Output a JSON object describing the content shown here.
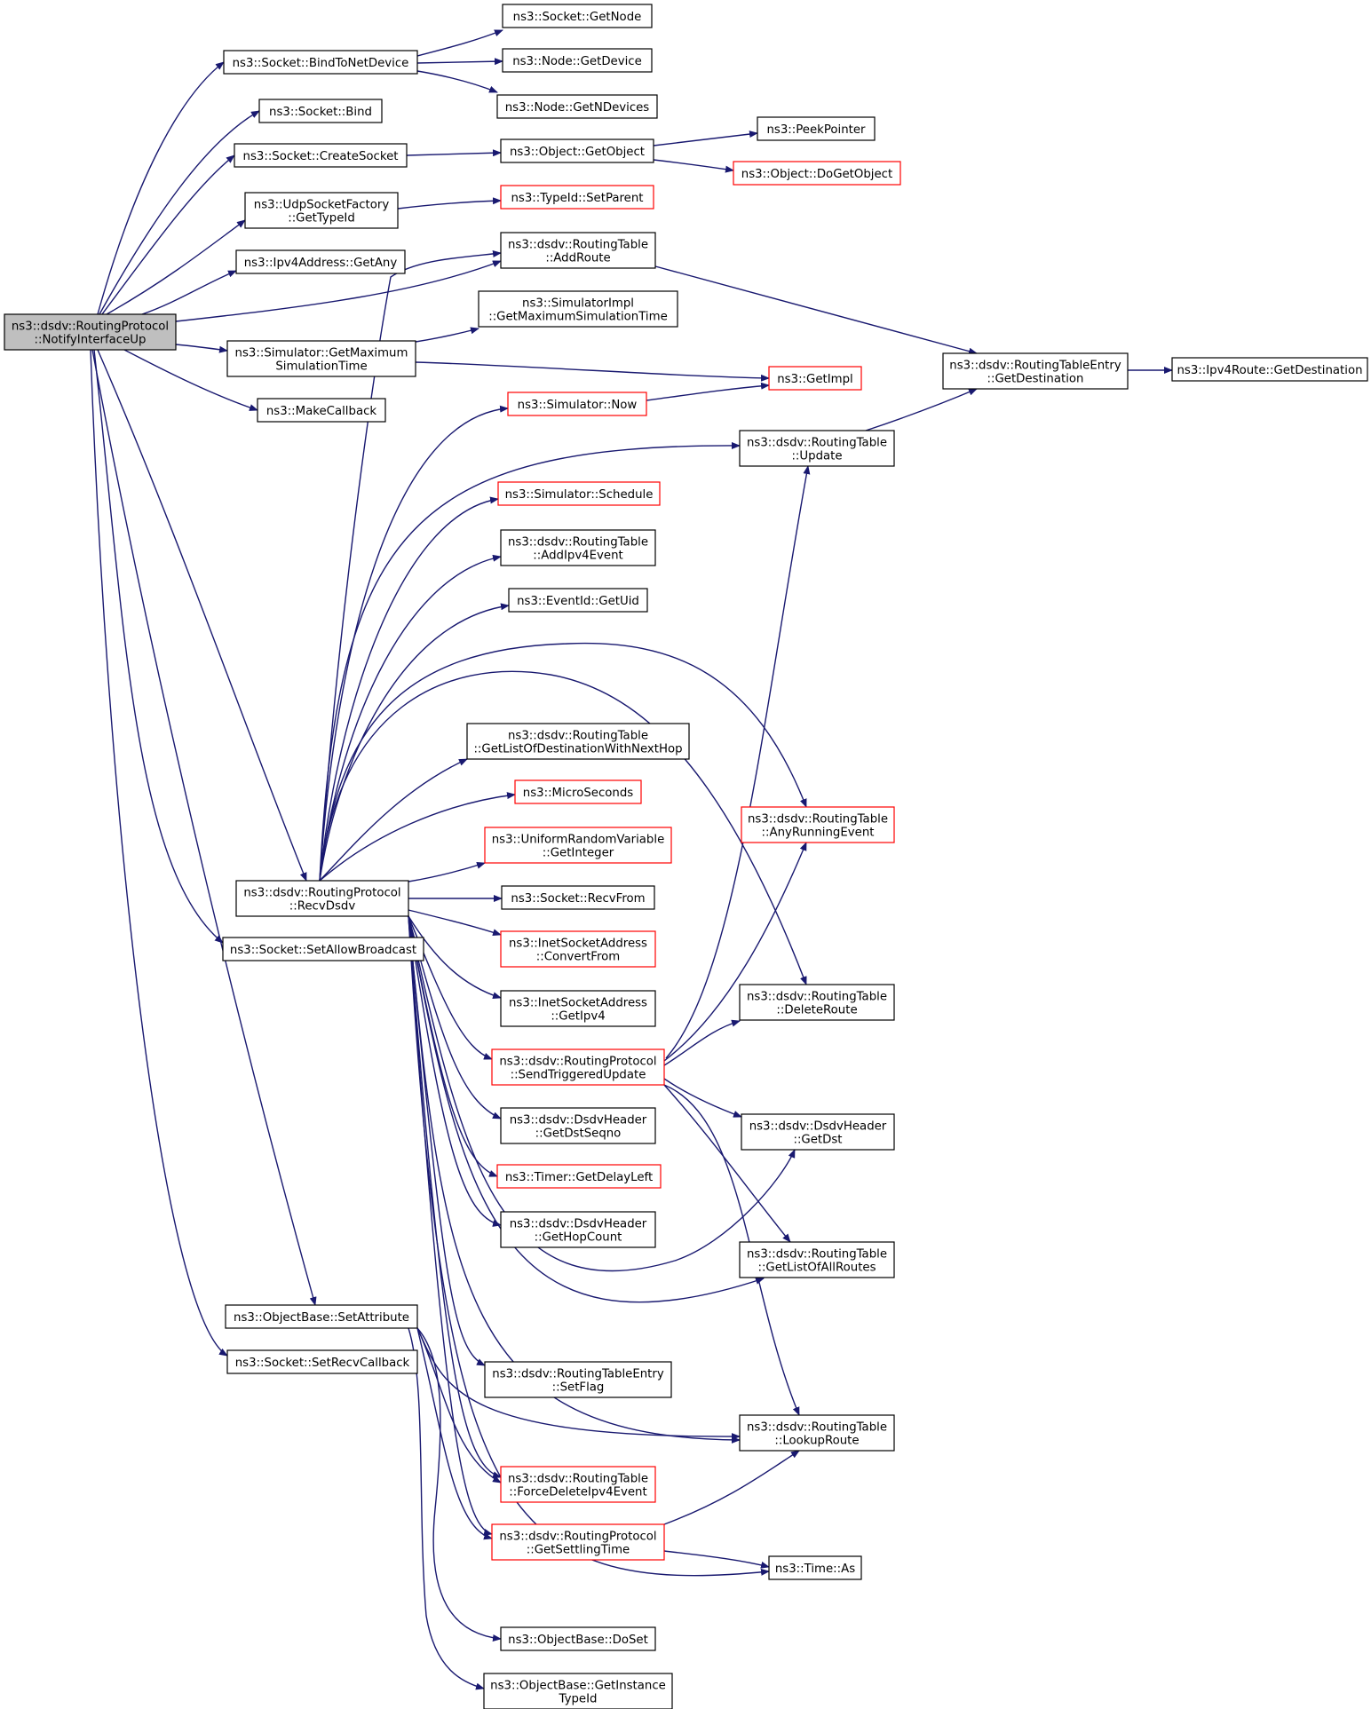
{
  "graph": {
    "colors": {
      "edge": "#191970",
      "node_border": "#000000",
      "red_node_border": "#ff0000",
      "root_fill": "#bfbfbf"
    },
    "nodes": [
      {
        "id": "root",
        "lines": [
          "ns3::dsdv::RoutingProtocol",
          "::NotifyInterfaceUp"
        ],
        "style": "root"
      },
      {
        "id": "bindToNetDevice",
        "lines": [
          "ns3::Socket::BindToNetDevice"
        ]
      },
      {
        "id": "socketGetNode",
        "lines": [
          "ns3::Socket::GetNode"
        ]
      },
      {
        "id": "nodeGetDevice",
        "lines": [
          "ns3::Node::GetDevice"
        ]
      },
      {
        "id": "nodeGetNDevices",
        "lines": [
          "ns3::Node::GetNDevices"
        ]
      },
      {
        "id": "socketBind",
        "lines": [
          "ns3::Socket::Bind"
        ]
      },
      {
        "id": "createSocket",
        "lines": [
          "ns3::Socket::CreateSocket"
        ]
      },
      {
        "id": "getObject",
        "lines": [
          "ns3::Object::GetObject"
        ]
      },
      {
        "id": "peekPointer",
        "lines": [
          "ns3::PeekPointer"
        ]
      },
      {
        "id": "doGetObject",
        "lines": [
          "ns3::Object::DoGetObject"
        ],
        "style": "red"
      },
      {
        "id": "udpGetTypeId",
        "lines": [
          "ns3::UdpSocketFactory",
          "::GetTypeId"
        ]
      },
      {
        "id": "setParent",
        "lines": [
          "ns3::TypeId::SetParent"
        ],
        "style": "red"
      },
      {
        "id": "getAny",
        "lines": [
          "ns3::Ipv4Address::GetAny"
        ]
      },
      {
        "id": "addRoute",
        "lines": [
          "ns3::dsdv::RoutingTable",
          "::AddRoute"
        ]
      },
      {
        "id": "implGetMaxSim",
        "lines": [
          "ns3::SimulatorImpl",
          "::GetMaximumSimulationTime"
        ]
      },
      {
        "id": "simGetMax",
        "lines": [
          "ns3::Simulator::GetMaximum",
          "SimulationTime"
        ]
      },
      {
        "id": "getImpl",
        "lines": [
          "ns3::GetImpl"
        ],
        "style": "red"
      },
      {
        "id": "rteGetDestination",
        "lines": [
          "ns3::dsdv::RoutingTableEntry",
          "::GetDestination"
        ]
      },
      {
        "id": "ipv4RouteGetDest",
        "lines": [
          "ns3::Ipv4Route::GetDestination"
        ]
      },
      {
        "id": "makeCallback",
        "lines": [
          "ns3::MakeCallback"
        ]
      },
      {
        "id": "simNow",
        "lines": [
          "ns3::Simulator::Now"
        ],
        "style": "red"
      },
      {
        "id": "rtUpdate",
        "lines": [
          "ns3::dsdv::RoutingTable",
          "::Update"
        ]
      },
      {
        "id": "simSchedule",
        "lines": [
          "ns3::Simulator::Schedule"
        ],
        "style": "red"
      },
      {
        "id": "addIpv4Event",
        "lines": [
          "ns3::dsdv::RoutingTable",
          "::AddIpv4Event"
        ]
      },
      {
        "id": "eventGetUid",
        "lines": [
          "ns3::EventId::GetUid"
        ]
      },
      {
        "id": "getListNextHop",
        "lines": [
          "ns3::dsdv::RoutingTable",
          "::GetListOfDestinationWithNextHop"
        ]
      },
      {
        "id": "microSeconds",
        "lines": [
          "ns3::MicroSeconds"
        ],
        "style": "red"
      },
      {
        "id": "anyRunningEvent",
        "lines": [
          "ns3::dsdv::RoutingTable",
          "::AnyRunningEvent"
        ],
        "style": "red"
      },
      {
        "id": "uniformGetInteger",
        "lines": [
          "ns3::UniformRandomVariable",
          "::GetInteger"
        ],
        "style": "red"
      },
      {
        "id": "recvDsdv",
        "lines": [
          "ns3::dsdv::RoutingProtocol",
          "::RecvDsdv"
        ]
      },
      {
        "id": "recvFrom",
        "lines": [
          "ns3::Socket::RecvFrom"
        ]
      },
      {
        "id": "setAllowBroadcast",
        "lines": [
          "ns3::Socket::SetAllowBroadcast"
        ]
      },
      {
        "id": "convertFrom",
        "lines": [
          "ns3::InetSocketAddress",
          "::ConvertFrom"
        ],
        "style": "red"
      },
      {
        "id": "getIpv4",
        "lines": [
          "ns3::InetSocketAddress",
          "::GetIpv4"
        ]
      },
      {
        "id": "deleteRoute",
        "lines": [
          "ns3::dsdv::RoutingTable",
          "::DeleteRoute"
        ]
      },
      {
        "id": "sendTriggered",
        "lines": [
          "ns3::dsdv::RoutingProtocol",
          "::SendTriggeredUpdate"
        ],
        "style": "red"
      },
      {
        "id": "getDstSeqno",
        "lines": [
          "ns3::dsdv::DsdvHeader",
          "::GetDstSeqno"
        ]
      },
      {
        "id": "getDst",
        "lines": [
          "ns3::dsdv::DsdvHeader",
          "::GetDst"
        ]
      },
      {
        "id": "getDelayLeft",
        "lines": [
          "ns3::Timer::GetDelayLeft"
        ],
        "style": "red"
      },
      {
        "id": "getHopCount",
        "lines": [
          "ns3::dsdv::DsdvHeader",
          "::GetHopCount"
        ]
      },
      {
        "id": "getListAllRoutes",
        "lines": [
          "ns3::dsdv::RoutingTable",
          "::GetListOfAllRoutes"
        ]
      },
      {
        "id": "setAttribute",
        "lines": [
          "ns3::ObjectBase::SetAttribute"
        ]
      },
      {
        "id": "setRecvCallback",
        "lines": [
          "ns3::Socket::SetRecvCallback"
        ]
      },
      {
        "id": "setFlag",
        "lines": [
          "ns3::dsdv::RoutingTableEntry",
          "::SetFlag"
        ]
      },
      {
        "id": "lookupRoute",
        "lines": [
          "ns3::dsdv::RoutingTable",
          "::LookupRoute"
        ]
      },
      {
        "id": "forceDelete",
        "lines": [
          "ns3::dsdv::RoutingTable",
          "::ForceDeleteIpv4Event"
        ],
        "style": "red"
      },
      {
        "id": "getSettlingTime",
        "lines": [
          "ns3::dsdv::RoutingProtocol",
          "::GetSettlingTime"
        ],
        "style": "red"
      },
      {
        "id": "timeAs",
        "lines": [
          "ns3::Time::As"
        ]
      },
      {
        "id": "doSet",
        "lines": [
          "ns3::ObjectBase::DoSet"
        ]
      },
      {
        "id": "getInstanceTypeId",
        "lines": [
          "ns3::ObjectBase::GetInstance",
          "TypeId"
        ]
      }
    ]
  }
}
